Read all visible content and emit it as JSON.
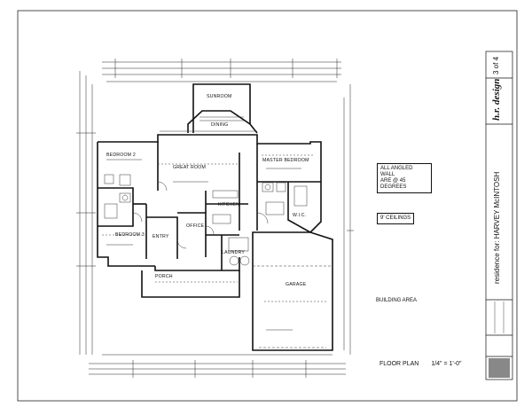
{
  "rooms": {
    "sunroom": "SUNROOM",
    "dining": "DINING",
    "bedroom2": "BEDROOM 2",
    "great_room": "GREAT ROOM",
    "master_bedroom": "MASTER BEDROOM",
    "kitchen": "KITCHEN",
    "bedroom3": "BEDROOM 3",
    "entry": "ENTRY",
    "office": "OFFICE",
    "laundry": "LAUNDRY",
    "porch": "PORCH",
    "garage": "GARAGE",
    "wic": "W.I.C."
  },
  "notes": {
    "angled_wall_line1": "ALL ANGLED WALL",
    "angled_wall_line2": "ARE @ 45 DEGREES",
    "ceilings": "9' CEILINGS",
    "building_area_title": "BUILDING AREA",
    "floor_plan_label": "FLOOR PLAN",
    "scale": "1/4\" = 1'-0\""
  },
  "title_block": {
    "firm": "h.r. design",
    "residence": "residence for:  HARVEY McINTOSH",
    "sheet": "3 of 4"
  }
}
